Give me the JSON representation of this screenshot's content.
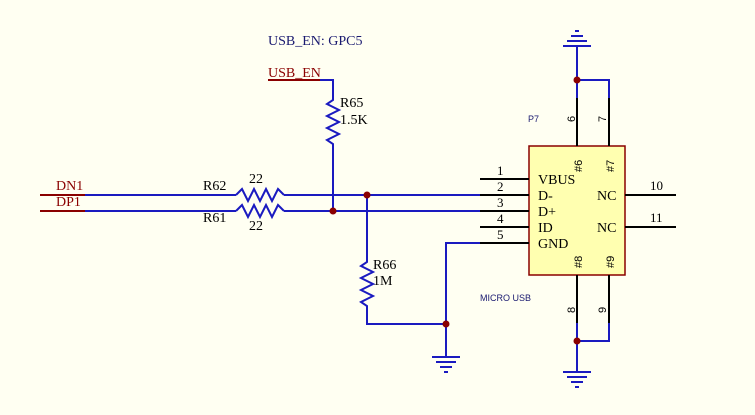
{
  "annotation": "USB_EN:  GPC5",
  "nets": {
    "usb_en": "USB_EN",
    "dn1": "DN1",
    "dp1": "DP1"
  },
  "resistors": {
    "r65": {
      "ref": "R65",
      "value": "1.5K"
    },
    "r62": {
      "ref": "R62",
      "value": "22"
    },
    "r61": {
      "ref": "R61",
      "value": "22"
    },
    "r66": {
      "ref": "R66",
      "value": "1M"
    }
  },
  "connector": {
    "ref": "P7",
    "part": "MICRO USB",
    "left_pins": [
      {
        "num": "1",
        "name": "VBUS"
      },
      {
        "num": "2",
        "name": "D-"
      },
      {
        "num": "3",
        "name": "D+"
      },
      {
        "num": "4",
        "name": "ID"
      },
      {
        "num": "5",
        "name": "GND"
      }
    ],
    "right_pins": [
      {
        "num": "10",
        "name": "NC"
      },
      {
        "num": "11",
        "name": "NC"
      }
    ],
    "top_pins": [
      {
        "num": "6",
        "inner": "#6"
      },
      {
        "num": "7",
        "inner": "#7"
      }
    ],
    "bottom_pins": [
      {
        "num": "8",
        "inner": "#8"
      },
      {
        "num": "9",
        "inner": "#9"
      }
    ]
  },
  "colors": {
    "wire": "#1a1ac0",
    "net": "#8a0000",
    "body_fill": "#FFFFB0",
    "body_stroke": "#8a0000",
    "background": "#FFFFF2"
  }
}
